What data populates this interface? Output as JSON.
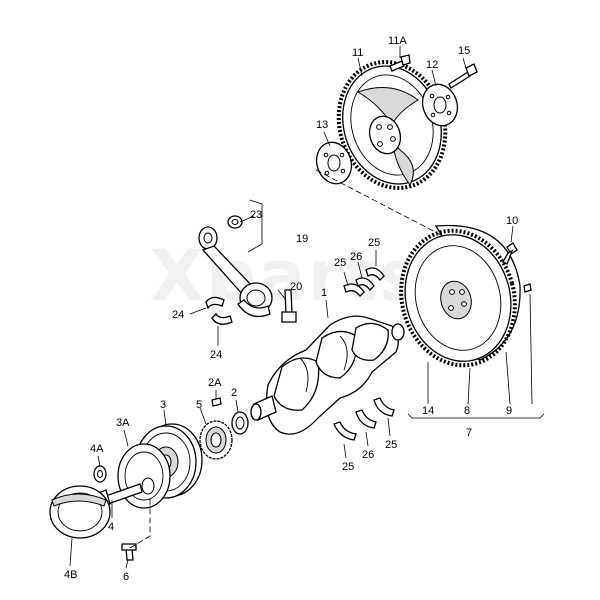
{
  "watermark": "Xparts",
  "callouts": {
    "c1": "1",
    "c2": "2",
    "c2A": "2A",
    "c3": "3",
    "c3A": "3A",
    "c4": "4",
    "c4A": "4A",
    "c4B": "4B",
    "c5": "5",
    "c6": "6",
    "c7": "7",
    "c8": "8",
    "c9": "9",
    "c10": "10",
    "c11": "11",
    "c11A": "11A",
    "c12": "12",
    "c13": "13",
    "c14": "14",
    "c15": "15",
    "c19": "19",
    "c20": "20",
    "c23": "23",
    "c24a": "24",
    "c24b": "24",
    "c25a": "25",
    "c25b": "25",
    "c25c": "25",
    "c25d": "25",
    "c26a": "26",
    "c26b": "26"
  }
}
